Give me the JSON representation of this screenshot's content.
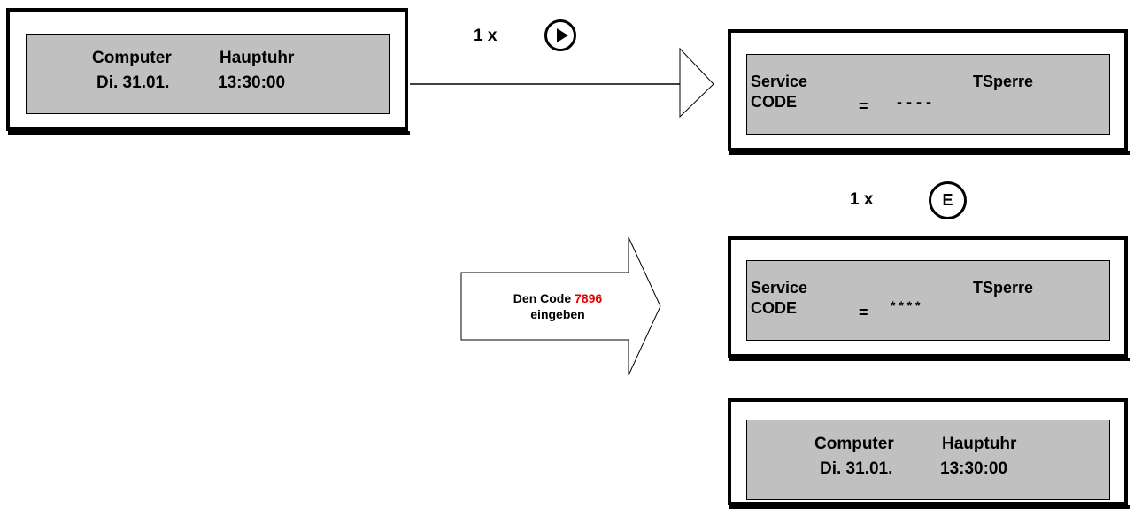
{
  "display1": {
    "line1_left": "Computer",
    "line1_right": "Hauptuhr",
    "line2_left": "Di. 31.01.",
    "line2_right": "13:30:00"
  },
  "step1": {
    "count": "1 x",
    "key": "play-button"
  },
  "display2": {
    "line1_left": "Service",
    "line1_right": "TSperre",
    "code_label": "CODE",
    "equals": "=",
    "code_value": "- - - -"
  },
  "step2": {
    "count": "1 x",
    "key_label": "E"
  },
  "instruction": {
    "prefix": "Den Code",
    "code": "7896",
    "line2": "eingeben",
    "code_color": "#e00000"
  },
  "display3": {
    "line1_left": "Service",
    "line1_right": "TSperre",
    "code_label": "CODE",
    "equals": "=",
    "code_value": "* * * *"
  },
  "display4": {
    "line1_left": "Computer",
    "line1_right": "Hauptuhr",
    "line2_left": "Di. 31.01.",
    "line2_right": "13:30:00"
  }
}
